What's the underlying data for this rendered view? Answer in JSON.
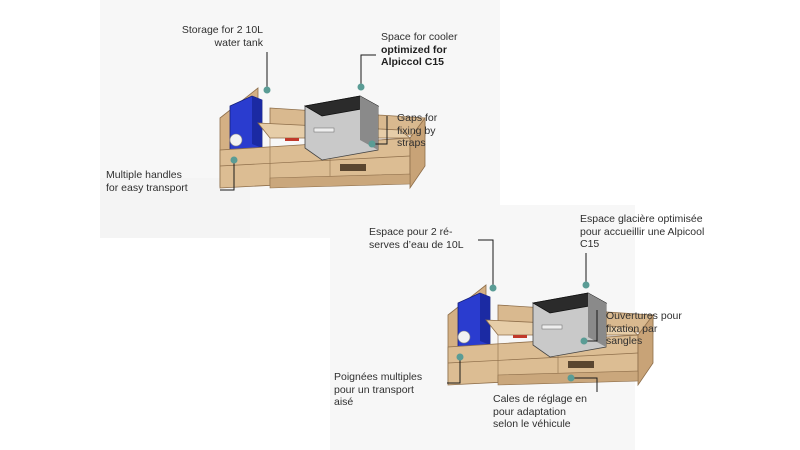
{
  "english": {
    "water_tank": "Storage for 2  10L\nwater tank",
    "cooler_line1": "Space for cooler",
    "cooler_line2": "optimized for",
    "cooler_line3": "Alpiccol C15",
    "gaps": "Gaps for\nfixing by\nstraps",
    "handles": "Multiple handles\nfor easy transport"
  },
  "french": {
    "water_tank": "Espace pour 2 ré-\nserves d’eau de 10L",
    "cooler": "Espace glacière optimisée\npour accueillir une Alpicool\nC15",
    "straps": "Ouvertures pour\nfixation par\nsangles",
    "handles": "Poignées multiples\npour un transport\naisé",
    "shims": "Cales de réglage en\npour adaptation\nselon le véhicule"
  },
  "colors": {
    "callout_dot": "#5a9c95",
    "wood": "#d9b98f",
    "wood_dark": "#b8946a",
    "tank_blue": "#2a3ccf",
    "cooler_lid": "#2b2b2b",
    "cooler_body": "#c9c9c9"
  }
}
